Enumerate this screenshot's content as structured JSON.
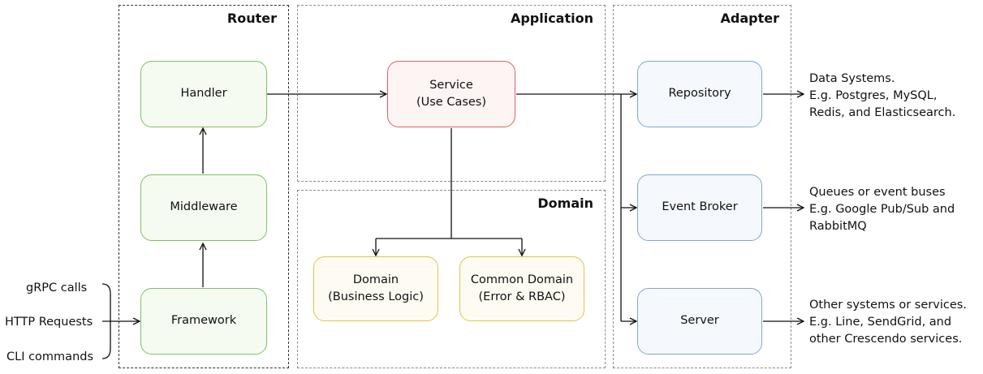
{
  "groups": {
    "router": "Router",
    "application": "Application",
    "domain": "Domain",
    "adapter": "Adapter"
  },
  "nodes": {
    "handler": "Handler",
    "middleware": "Middleware",
    "framework": "Framework",
    "service": "Service\n(Use Cases)",
    "domain": "Domain\n(Business Logic)",
    "common_domain": "Common Domain\n(Error & RBAC)",
    "repository": "Repository",
    "event_broker": "Event Broker",
    "server": "Server"
  },
  "inputs": [
    "gRPC calls",
    "HTTP Requests",
    "CLI commands"
  ],
  "outputs": {
    "repository": "Data Systems.\nE.g. Postgres, MySQL,\nRedis, and Elasticsearch.",
    "event_broker": "Queues or event buses\nE.g. Google Pub/Sub and\nRabbitMQ",
    "server": "Other systems or services.\nE.g. Line, SendGrid, and\nother Crescendo services."
  },
  "colors": {
    "router_nodes": "#7cc25f",
    "service": "#e06060",
    "domain_nodes": "#e3c24a",
    "adapter_nodes": "#7fa6dc"
  }
}
